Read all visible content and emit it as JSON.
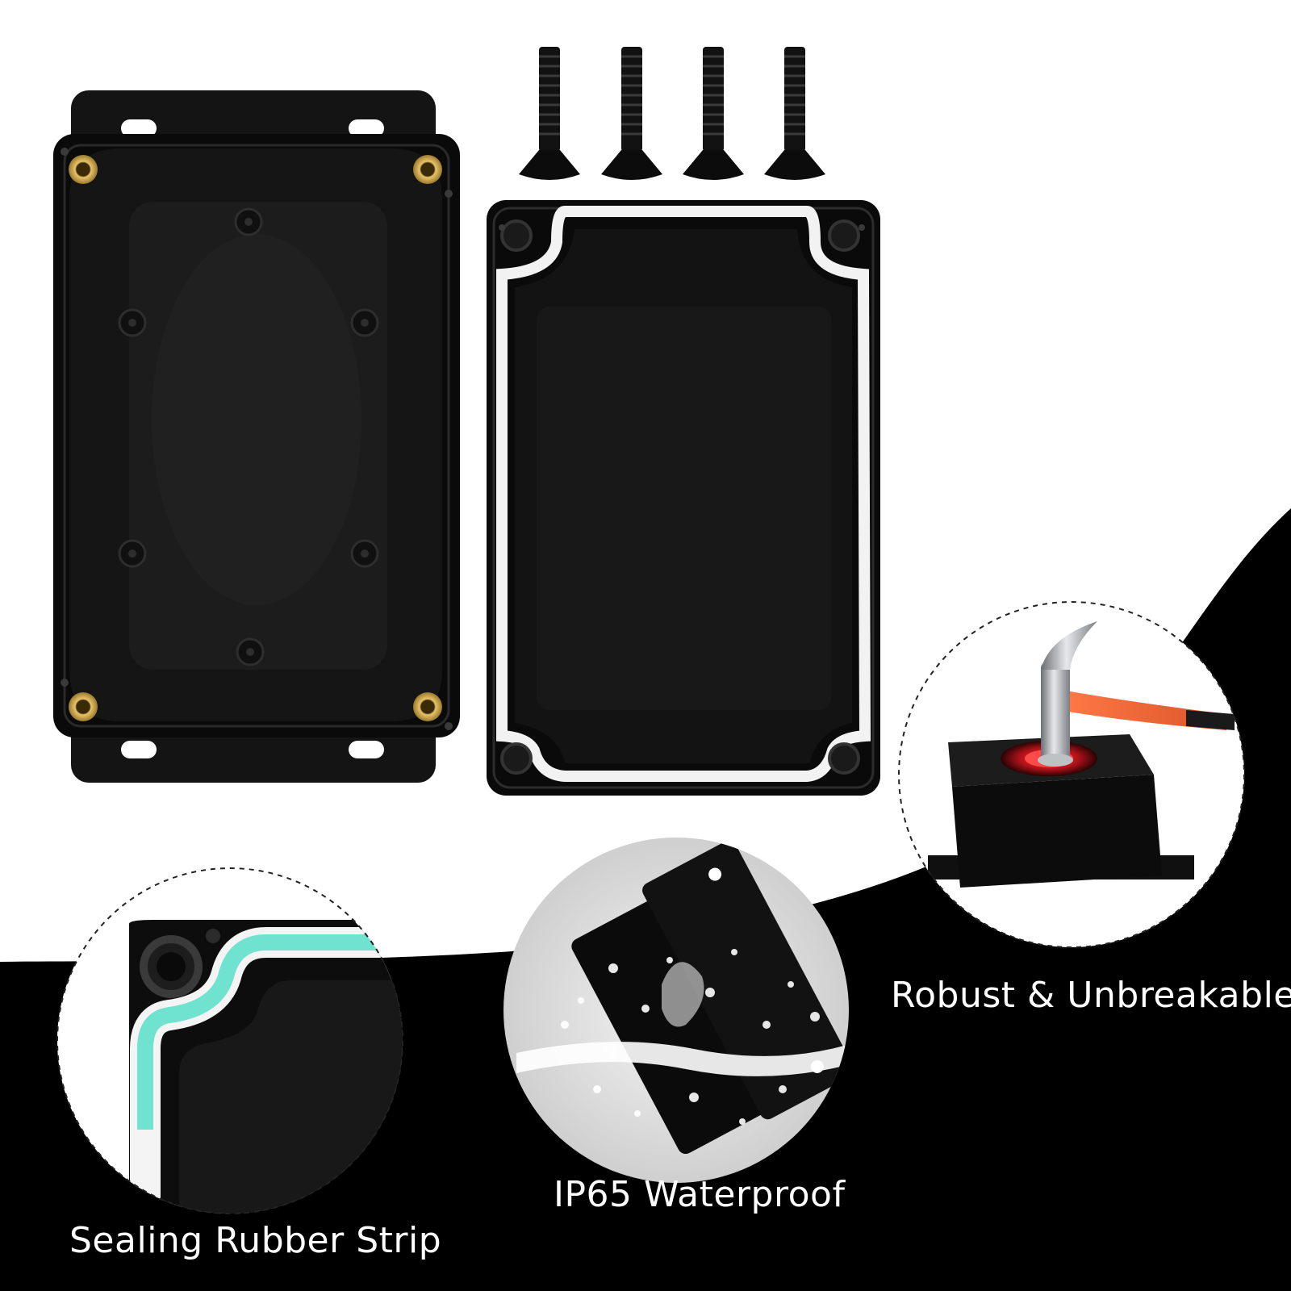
{
  "captions": {
    "sealing": "Sealing Rubber Strip",
    "ip65": "IP65 Waterproof",
    "robust": "Robust & Unbreakable"
  },
  "colors": {
    "enclosure_black": "#0b0b0b",
    "background_white": "#ffffff",
    "seal_white": "#f2f2f2",
    "seal_highlight": "#6fe3cf",
    "brass_insert": "#c9a24a",
    "impact_red": "#c0161d",
    "hammer_handle": "#e8663a"
  },
  "icons": {
    "screw": "screw-icon",
    "hammer": "hammer-icon",
    "water_splash": "water-splash-icon"
  }
}
